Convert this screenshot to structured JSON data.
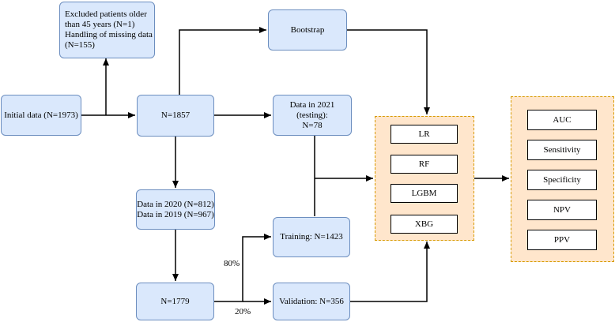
{
  "nodes": {
    "excluded": [
      "Excluded patients older",
      "than 45 years (N=1)",
      "Handling of missing data",
      "(N=155)"
    ],
    "initial": "Initial data (N=1973)",
    "n1857": "N=1857",
    "bootstrap": "Bootstrap",
    "data2021": [
      "Data in 2021 (testing):",
      "N=78"
    ],
    "data2020": [
      "Data in 2020 (N=812)",
      "Data in 2019 (N=967)"
    ],
    "n1779": "N=1779",
    "training": "Training: N=1423",
    "validation": "Validation: N=356"
  },
  "models": [
    "LR",
    "RF",
    "LGBM",
    "XBG"
  ],
  "metrics": [
    "AUC",
    "Sensitivity",
    "Specificity",
    "NPV",
    "PPV"
  ],
  "edge_labels": {
    "pct80": "80%",
    "pct20": "20%"
  },
  "colors": {
    "node_fill": "#dae8fc",
    "node_border": "#6c8ebf",
    "group_fill": "#ffe6cc",
    "group_border": "#d79b00"
  }
}
